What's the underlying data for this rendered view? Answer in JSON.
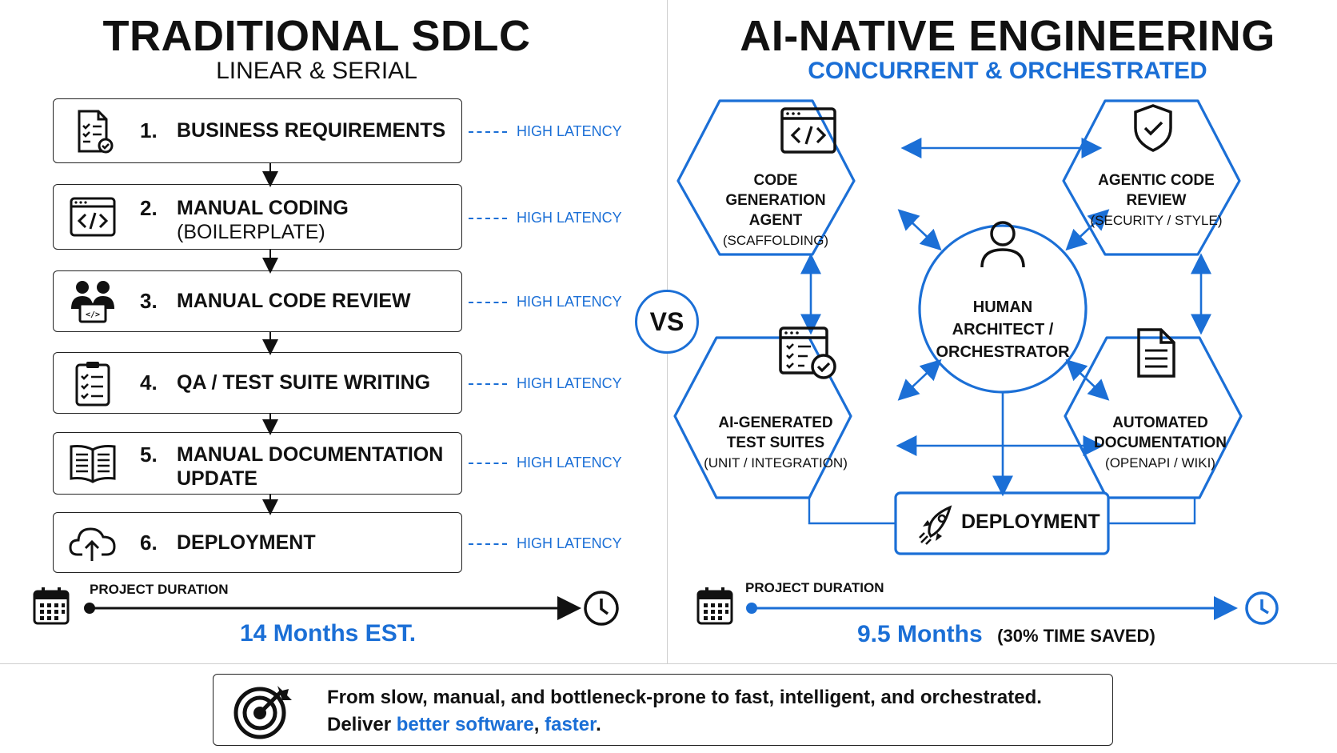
{
  "left": {
    "title": "TRADITIONAL SDLC",
    "subtitle": "LINEAR & SERIAL",
    "steps": [
      {
        "num": "1.",
        "label": "BUSINESS REQUIREMENTS",
        "icon": "document-checklist-icon",
        "latency": "HIGH LATENCY"
      },
      {
        "num": "2.",
        "label": "MANUAL CODING",
        "sub": "(BOILERPLATE)",
        "icon": "code-window-icon",
        "latency": "HIGH LATENCY"
      },
      {
        "num": "3.",
        "label": "MANUAL CODE REVIEW",
        "icon": "people-code-icon",
        "latency": "HIGH LATENCY"
      },
      {
        "num": "4.",
        "label": "QA / TEST SUITE WRITING",
        "icon": "clipboard-checklist-icon",
        "latency": "HIGH LATENCY"
      },
      {
        "num": "5.",
        "label": "MANUAL DOCUMENTATION",
        "sub": "UPDATE",
        "icon": "open-book-icon",
        "latency": "HIGH LATENCY"
      },
      {
        "num": "6.",
        "label": "DEPLOYMENT",
        "icon": "cloud-upload-icon",
        "latency": "HIGH LATENCY"
      }
    ],
    "duration_label": "PROJECT DURATION",
    "duration_value": "14 Months EST."
  },
  "vs": "VS",
  "right": {
    "title": "AI-NATIVE ENGINEERING",
    "subtitle": "CONCURRENT & ORCHESTRATED",
    "nodes": {
      "code_gen": {
        "line1": "CODE",
        "line2": "GENERATION AGENT",
        "sub": "(SCAFFOLDING)",
        "icon": "code-window-icon"
      },
      "review": {
        "line1": "AGENTIC CODE",
        "line2": "REVIEW",
        "sub": "(SECURITY / STYLE)",
        "icon": "shield-check-icon"
      },
      "tests": {
        "line1": "AI-GENERATED",
        "line2": "TEST SUITES",
        "sub": "(UNIT / INTEGRATION)",
        "icon": "checklist-window-icon"
      },
      "docs": {
        "line1": "AUTOMATED",
        "line2": "DOCUMENTATION",
        "sub": "(OPENAPI / WIKI)",
        "icon": "document-icon"
      },
      "center": {
        "line1": "HUMAN",
        "line2": "ARCHITECT /",
        "line3": "ORCHESTRATOR",
        "icon": "person-icon"
      },
      "deploy": {
        "label": "DEPLOYMENT",
        "icon": "rocket-icon"
      }
    },
    "duration_label": "PROJECT DURATION",
    "duration_value": "9.5 Months",
    "duration_note": "(30% TIME SAVED)"
  },
  "banner": {
    "line1": "From slow, manual, and bottleneck-prone to fast, intelligent, and orchestrated.",
    "line2_prefix": "Deliver ",
    "line2_highlight1": "better software",
    "line2_sep": ", ",
    "line2_highlight2": "faster",
    "line2_suffix": ".",
    "icon": "target-icon"
  },
  "colors": {
    "accent": "#1b6fd6",
    "ink": "#111111"
  }
}
